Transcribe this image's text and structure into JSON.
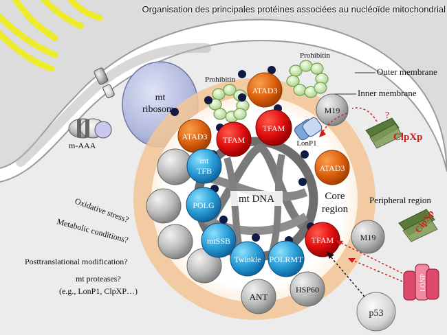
{
  "title": "Organisation des principales protéines associées au nucléoïde mitochondrial",
  "membranes": {
    "outer": "Outer membrane",
    "inner": "Inner membrane"
  },
  "regions": {
    "core_line1": "Core",
    "core_line2": "region",
    "peripheral": "Peripheral region"
  },
  "mtdna": "mt DNA",
  "ribosome": {
    "line1": "mt",
    "line2": "ribosome"
  },
  "m_aaa": "m-AAA",
  "prohibitin_left": "Prohibitin",
  "prohibitin_right": "Prohibitin",
  "proteins": {
    "atad3_top": "ATAD3",
    "atad3_left": "ATAD3",
    "atad3_right": "ATAD3",
    "tfam_top_left": "TFAM",
    "tfam_top": "TFAM",
    "tfam_right": "TFAM",
    "lonp1_inner": "LonP1",
    "m19_top": "M19",
    "m19_right": "M19",
    "mt_tfb_line1": "mt",
    "mt_tfb_line2": "TFB",
    "polg": "POLG",
    "mtssb": "mtSSB",
    "twinkle": "Twinkle",
    "polrmt": "POLRMT",
    "ant": "ANT",
    "hsp60": "HSP60",
    "p53": "p53"
  },
  "clpxp_top": "ClpXp",
  "clpxp_right": "ClpXp",
  "lonp_right": "LONP",
  "question_mark": "?",
  "factors": {
    "oxidative": "Oxidative stress?",
    "metabolic": "Metabolic conditions?",
    "posttranslational": "Posttranslational modification?",
    "proteases": "mt proteases?",
    "examples": "(e.g., LonP1, ClpXP…)"
  },
  "colors": {
    "tfam_red": "#e01010",
    "atad3_orange": "#e0620e",
    "blue_protein": "#2a9fd8",
    "grey_protein": "#a8a8a8",
    "peripheral_ring": "#f5c596",
    "ribosome": "#aeb6dc",
    "mitochondria_yellow": "#ecec2a",
    "dna_grey": "#6e6e6e"
  }
}
